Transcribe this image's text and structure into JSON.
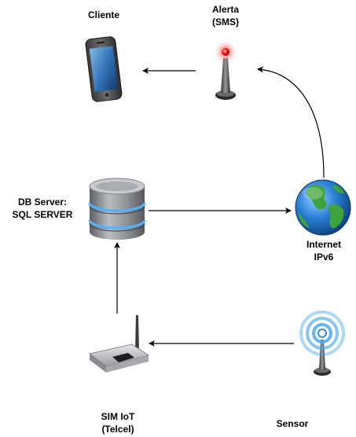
{
  "nodes": {
    "cliente": {
      "label": "Cliente",
      "icon": "smartphone-icon"
    },
    "alerta": {
      "lines": [
        "Alerta",
        "(SMS)"
      ],
      "icon": "antenna-icon"
    },
    "db_server": {
      "lines": [
        "DB Server:",
        "SQL SERVER"
      ],
      "icon": "database-icon"
    },
    "internet": {
      "lines": [
        "Internet",
        "IPv6"
      ],
      "icon": "globe-icon"
    },
    "sim_iot": {
      "lines": [
        "SIM IoT",
        "(Telcel)"
      ],
      "icon": "router-icon"
    },
    "sensor": {
      "label": "Sensor",
      "icon": "wireless-sensor-icon"
    }
  },
  "edges": [
    {
      "from": "alerta",
      "to": "cliente"
    },
    {
      "from": "internet",
      "to": "alerta"
    },
    {
      "from": "db_server",
      "to": "internet"
    },
    {
      "from": "sim_iot",
      "to": "db_server"
    },
    {
      "from": "sensor",
      "to": "sim_iot"
    }
  ],
  "colors": {
    "edge": "#000000",
    "globe_ocean": "#2a7fd4",
    "globe_land": "#3da33a",
    "db_body": "#8c8f94",
    "db_accent": "#4fb3ff",
    "antenna_light": "#ff2222",
    "sensor_wave": "#4aa8e8"
  }
}
